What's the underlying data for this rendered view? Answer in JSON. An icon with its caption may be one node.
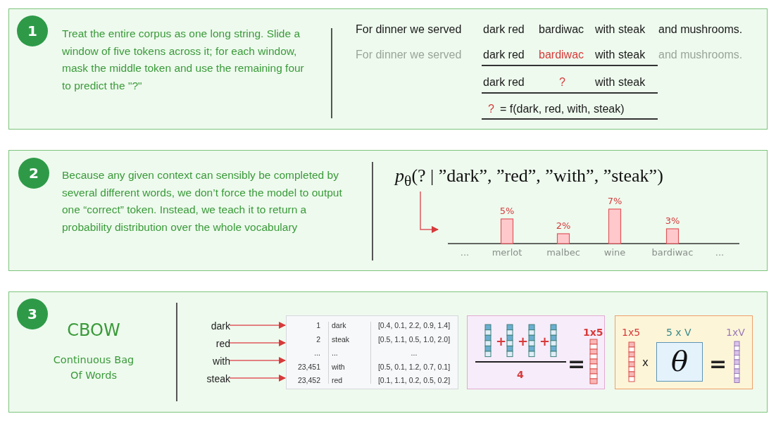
{
  "diagram": {
    "nodes": [
      {
        "text": [],
        "shape": "box"
      },
      {
        "text": [
          "1"
        ],
        "in": 0
      },
      {
        "text": [],
        "shape": "box"
      },
      {
        "text": [
          "2"
        ],
        "in": 2
      },
      {
        "text": [
          "*p*$_{θ}$(? | ”dark”, ”red”, ”with”, ”steak”)"
        ],
        "in": 2
      },
      {
        "text": [],
        "shape": "box"
      },
      {
        "text": [
          "3"
        ],
        "in": 5
      },
      {
        "text": [
          "dark"
        ],
        "in": 5
      },
      {
        "text": [
          "red"
        ],
        "in": 5
      },
      {
        "text": [
          "with"
        ],
        "in": 5
      },
      {
        "text": [
          "steak"
        ],
        "in": 5
      },
      {
        "text": [
          "1",
          "dark",
          "[0.4, 0.1, 2.2, 0.9, 1.4]",
          "2",
          "steak",
          "[0.5, 1.1, 0.5, 1.0, 2.0]",
          "...",
          "...",
          "...",
          "23,451",
          "with",
          "[0.5, 0.1, 1.2, 0.7, 0.1]",
          "23,452",
          "red",
          "[0.1, 1.1, 0.2, 0.5, 0.2]"
        ],
        "in": 5
      },
      {
        "text": [
          "+",
          "+",
          "+",
          "1x5",
          "4",
          "="
        ],
        "in": 5
      },
      {
        "text": [
          "1x5",
          "5 x V",
          "1xV",
          "x",
          "="
        ],
        "in": 5
      },
      {
        "text": [
          "θ"
        ],
        "in": 13
      }
    ],
    "edges": [
      {
        "from": 4,
        "to": null,
        "arrow": "to"
      },
      {
        "from": 7,
        "to": 11,
        "arrow": "to"
      },
      {
        "from": 8,
        "to": 11,
        "arrow": "to"
      },
      {
        "from": 9,
        "to": 11,
        "arrow": "to"
      },
      {
        "from": 10,
        "to": 11,
        "arrow": "to"
      }
    ],
    "labels": [
      "Treat the entire corpus as one long string. Slide a window of five tokens across it; for each window, mask the middle token and use the remaining four to predict the \"?\"",
      "For dinner we served",
      "dark red",
      "bardiwac",
      "with steak",
      "and mushrooms.",
      "For dinner we served",
      "dark red",
      "bardiwac",
      "with steak",
      "and mushrooms.",
      "dark red",
      "?",
      "with steak",
      "?",
      "= f(dark, red, with, steak)",
      "Because any given context can sensibly be completed by several different words, we don’t force the model to output one “correct” token. Instead, we teach it to return a probability distribution over the whole vocabulary",
      "CBOW",
      "Continuous Bag Of Words"
    ],
    "chart_data": {
      "type": "bar",
      "categories": [
        "...",
        "merlot",
        "malbec",
        "wine",
        "bardiwac",
        "..."
      ],
      "values": [
        null,
        5,
        2,
        7,
        3,
        null
      ],
      "value_labels": [
        null,
        "5%",
        "2%",
        "7%",
        "3%",
        null
      ]
    }
  }
}
